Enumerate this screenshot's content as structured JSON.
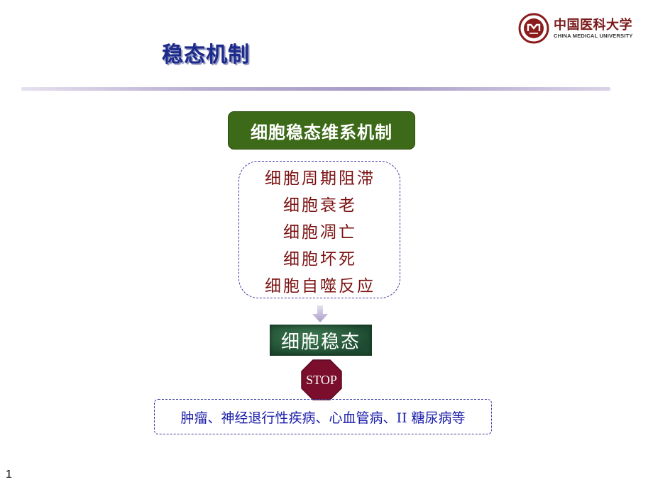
{
  "slide": {
    "title": "稳态机制",
    "page_number": "1"
  },
  "logo": {
    "name_cn": "中国医科大学",
    "name_en": "CHINA MEDICAL UNIVERSITY"
  },
  "main_box": {
    "label": "细胞稳态维系机制"
  },
  "mechanisms": {
    "items": [
      "细胞周期阻滞",
      "细胞衰老",
      "细胞凋亡",
      "细胞坏死",
      "细胞自噬反应"
    ]
  },
  "homeostasis": {
    "label": "细胞稳态"
  },
  "stop_sign": {
    "label": "STOP"
  },
  "diseases": {
    "text": "肿瘤、神经退行性疾病、心血管病、II 糖尿病等"
  },
  "colors": {
    "title": "#1c2a8c",
    "main_box_bg": "#3d6a18",
    "mechanism_text": "#7b1212",
    "homeostasis_bg": "#24553a",
    "stop_bg": "#7a0e2c",
    "disease_text": "#1b1ea8",
    "divider": "#a79bc7"
  },
  "icons": {
    "logo": "university-emblem-icon",
    "arrow": "arrow-down-icon",
    "stop": "stop-sign-icon"
  }
}
